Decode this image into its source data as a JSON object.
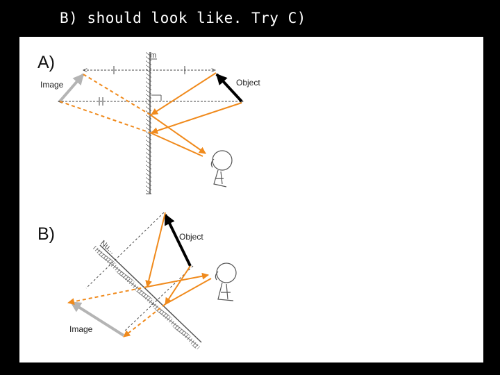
{
  "slide": {
    "title": "B) should look like. Try C)"
  },
  "diagram_a": {
    "label": "A)",
    "object_label": "Object",
    "image_label": "Image"
  },
  "diagram_b": {
    "label": "B)",
    "object_label": "Object",
    "image_label": "Image"
  },
  "colors": {
    "background": "#000000",
    "panel": "#ffffff",
    "ray": "#f08a1c",
    "object_arrow": "#000000",
    "image_arrow": "#b4b4b4",
    "mirror": "#555555"
  }
}
